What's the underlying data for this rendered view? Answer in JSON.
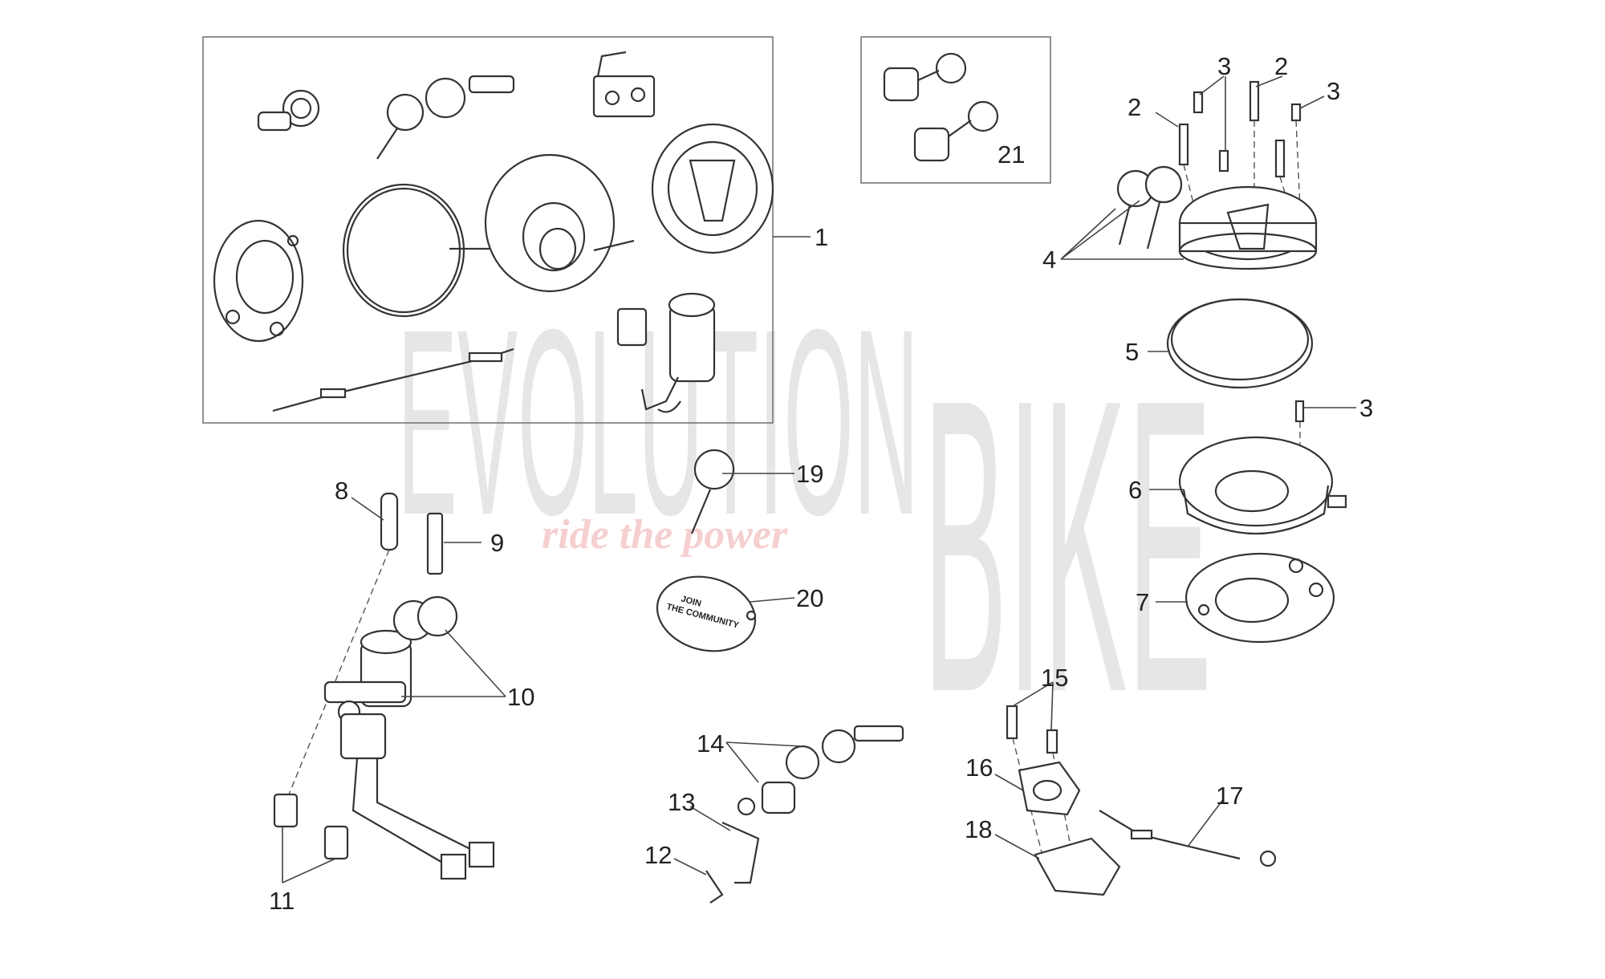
{
  "diagram": {
    "watermark": {
      "word1": "EVOLUTION",
      "word2": "BIKE",
      "tagline": "ride the power"
    },
    "badge_text": {
      "line1": "JOIN",
      "line2": "THE COMMUNITY"
    },
    "labels": {
      "p1": "1",
      "p2a": "2",
      "p2b": "2",
      "p3a": "3",
      "p3b": "3",
      "p3c": "3",
      "p4": "4",
      "p5": "5",
      "p6": "6",
      "p7": "7",
      "p8": "8",
      "p9": "9",
      "p10": "10",
      "p11": "11",
      "p12": "12",
      "p13": "13",
      "p14": "14",
      "p15": "15",
      "p16": "16",
      "p17": "17",
      "p18": "18",
      "p19": "19",
      "p20": "20",
      "p21": "21"
    }
  }
}
